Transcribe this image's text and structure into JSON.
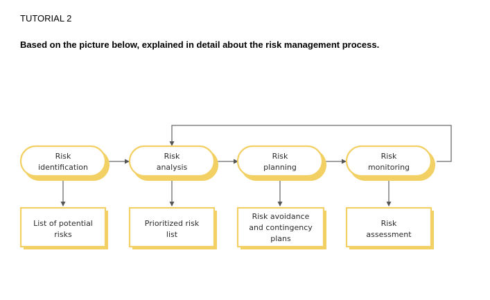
{
  "document": {
    "title": "TUTORIAL 2",
    "instruction": "Based on the picture below, explained in detail about the risk management process."
  },
  "diagram": {
    "colors": {
      "accent_yellow": "#f2d064",
      "node_fill": "#ffffff",
      "line": "#6b6b6b"
    },
    "process_steps": [
      {
        "line1": "Risk",
        "line2": "identification"
      },
      {
        "line1": "Risk",
        "line2": "analysis"
      },
      {
        "line1": "Risk",
        "line2": "planning"
      },
      {
        "line1": "Risk",
        "line2": "monitoring"
      }
    ],
    "outputs": [
      {
        "line1": "List of potential",
        "line2": "risks",
        "line3": ""
      },
      {
        "line1": "Prioritized risk",
        "line2": "list",
        "line3": ""
      },
      {
        "line1": "Risk avoidance",
        "line2": "and contingency",
        "line3": "plans"
      },
      {
        "line1": "Risk",
        "line2": "assessment",
        "line3": ""
      }
    ]
  }
}
